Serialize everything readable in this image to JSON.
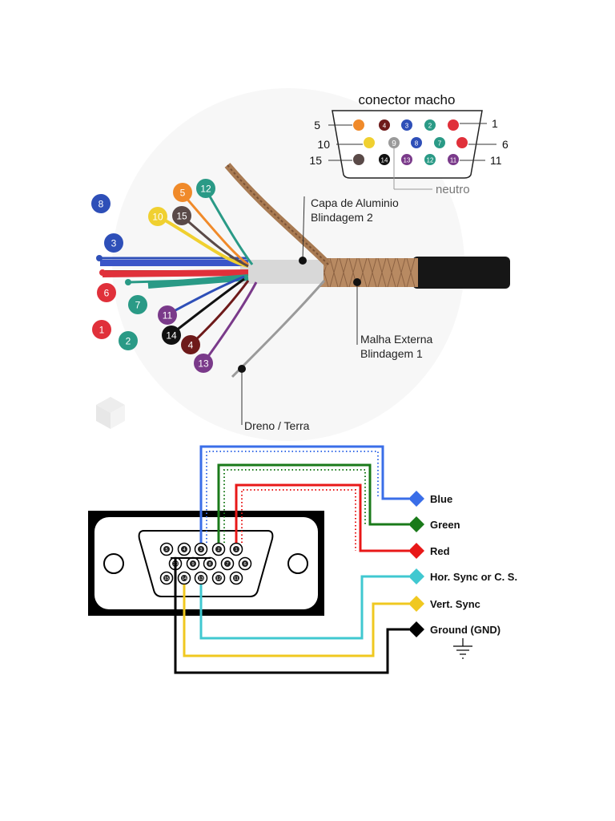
{
  "top": {
    "connector_title": "conector macho",
    "neutral_label": "neutro",
    "row1": [
      "5",
      "4",
      "3",
      "2",
      "1"
    ],
    "row2": [
      "10",
      "9",
      "8",
      "7",
      "6"
    ],
    "row3": [
      "15",
      "14",
      "13",
      "12",
      "11"
    ],
    "row1_colors": [
      "#f08a2a",
      "#6e1a1a",
      "#2e4fb8",
      "#2a9a86",
      "#e0303a"
    ],
    "row2_colors": [
      "#f0d030",
      "#9a9a9a",
      "#2e4fb8",
      "#2a9a86",
      "#e0303a"
    ],
    "row3_colors": [
      "#5a4a48",
      "#111111",
      "#7a3a8a",
      "#2a9a86",
      "#7a3a8a"
    ],
    "capa_line1": "Capa de Aluminio",
    "capa_line2": "Blindagem 2",
    "malha_line1": "Malha Externa",
    "malha_line2": "Blindagem 1",
    "dreno_label": "Dreno / Terra",
    "wires": [
      {
        "num": "8",
        "color": "#2e4fb8"
      },
      {
        "num": "3",
        "color": "#2e4fb8"
      },
      {
        "num": "6",
        "color": "#e0303a"
      },
      {
        "num": "1",
        "color": "#e0303a"
      },
      {
        "num": "7",
        "color": "#2a9a86"
      },
      {
        "num": "2",
        "color": "#2a9a86"
      },
      {
        "num": "10",
        "color": "#f0d030"
      },
      {
        "num": "5",
        "color": "#f08a2a"
      },
      {
        "num": "15",
        "color": "#5a4a48"
      },
      {
        "num": "12",
        "color": "#2a9a86"
      },
      {
        "num": "11",
        "color": "#7a3a8a"
      },
      {
        "num": "14",
        "color": "#111111"
      },
      {
        "num": "4",
        "color": "#6e1a1a"
      },
      {
        "num": "13",
        "color": "#7a3a8a"
      }
    ]
  },
  "bottom": {
    "signals": [
      {
        "label": "Blue",
        "color": "#3a6ee8"
      },
      {
        "label": "Green",
        "color": "#1a7a1a"
      },
      {
        "label": "Red",
        "color": "#e81818"
      },
      {
        "label": "Hor. Sync or C. S.",
        "color": "#40c8d0"
      },
      {
        "label": "Vert. Sync",
        "color": "#f0c820"
      },
      {
        "label": "Ground (GND)",
        "color": "#000000"
      }
    ],
    "pins_row1": [
      "5",
      "4",
      "3",
      "2",
      "1"
    ],
    "pins_row2": [
      "10",
      "9",
      "8",
      "7",
      "6"
    ],
    "pins_row3": [
      "15",
      "14",
      "13",
      "12",
      "11"
    ]
  }
}
